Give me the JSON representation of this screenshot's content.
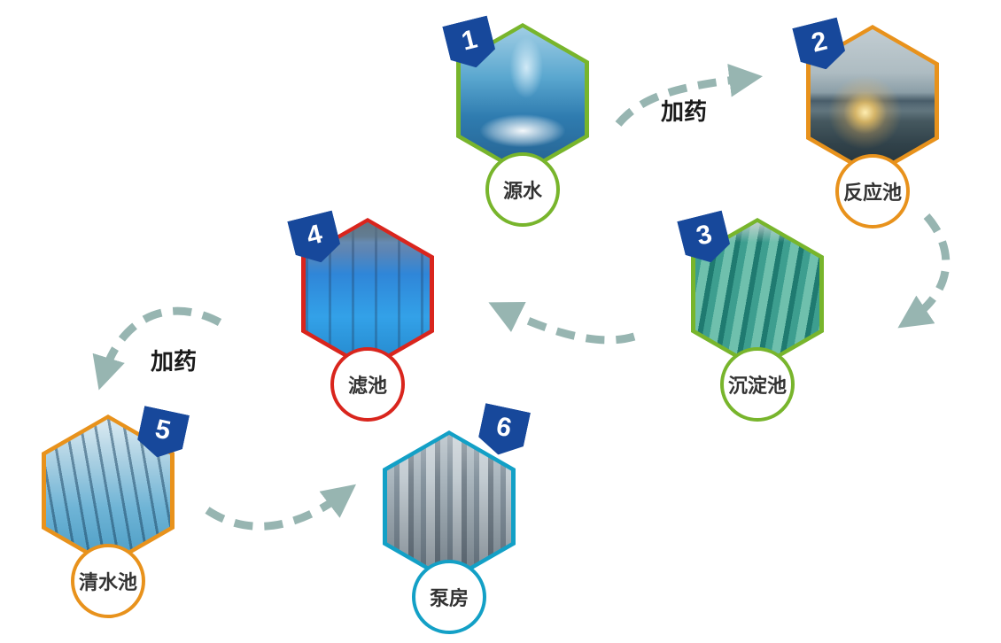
{
  "colors": {
    "badge": "#17489b",
    "arrow": "#97b5b1",
    "green": "#78b52c",
    "orange": "#e8921c",
    "red": "#d9251d",
    "cyan": "#13a0c6"
  },
  "nodes": [
    {
      "number": "1",
      "label": "源水",
      "color": "#78b52c"
    },
    {
      "number": "2",
      "label": "反应池",
      "color": "#e8921c"
    },
    {
      "number": "3",
      "label": "沉淀池",
      "color": "#78b52c"
    },
    {
      "number": "4",
      "label": "滤池",
      "color": "#d9251d"
    },
    {
      "number": "5",
      "label": "清水池",
      "color": "#e8921c"
    },
    {
      "number": "6",
      "label": "泵房",
      "color": "#13a0c6"
    }
  ],
  "edges": [
    {
      "from": "源水",
      "to": "反应池",
      "label": "加药"
    },
    {
      "from": "反应池",
      "to": "沉淀池",
      "label": ""
    },
    {
      "from": "沉淀池",
      "to": "滤池",
      "label": ""
    },
    {
      "from": "滤池",
      "to": "清水池",
      "label": "加药"
    },
    {
      "from": "清水池",
      "to": "泵房",
      "label": ""
    }
  ]
}
